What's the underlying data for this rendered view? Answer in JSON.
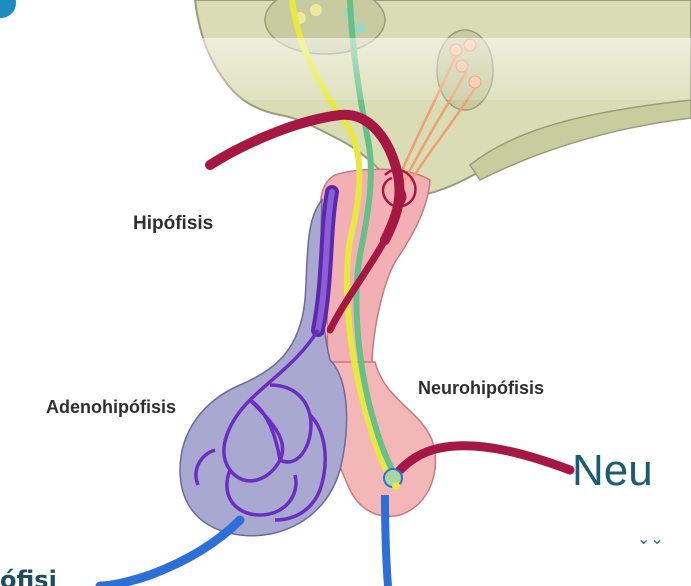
{
  "labels": {
    "hipofisis": "Hipófisis",
    "adenohipofisis": "Adenohipófisis",
    "neurohipofisis": "Neurohipófisis"
  },
  "overlay": {
    "title_fragment": "Neu",
    "bottom_fragment": "ófisi",
    "chevron": "⌄⌄"
  },
  "colors": {
    "hypothalamus": "#d9dcb4",
    "stalk_pink": "#f2b0b4",
    "adeno_lobe": "#a9a8d0",
    "neuro_lobe": "#f4b7b7",
    "artery": "#a51843",
    "vein_blue": "#2d6fd6",
    "capillary_purple": "#6b2ec0",
    "axon_yellow": "#e8e840",
    "axon_green": "#66c088",
    "axon_orange": "#f0a070",
    "text": "#2f2f2f",
    "overlay_text": "#1a5d73"
  }
}
